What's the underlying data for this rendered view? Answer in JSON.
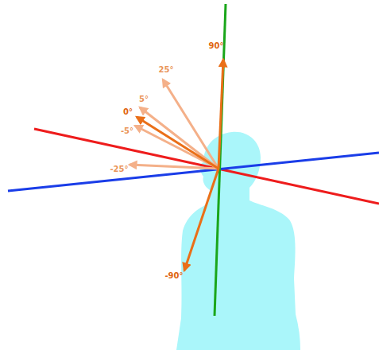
{
  "diagram": {
    "labels": [
      "90°",
      "25°",
      "5°",
      "0°",
      "-5°",
      "-25°",
      "-90°"
    ]
  }
}
